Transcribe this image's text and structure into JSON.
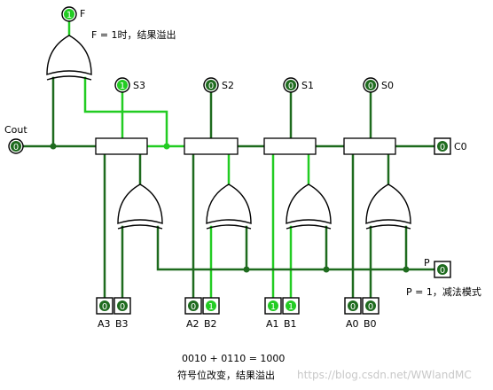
{
  "colors": {
    "active_wire": "#22cc22",
    "wire": "#1e6b1e",
    "pin_on": "#22cc22",
    "pin_off": "#1e6b1e",
    "gate_stroke": "#000000"
  },
  "outputs": {
    "F": "F",
    "S3": "S3",
    "S2": "S2",
    "S1": "S1",
    "S0": "S0",
    "Cout": "Cout",
    "C0": "C0",
    "P": "P"
  },
  "pin_values": {
    "F": "1",
    "S3": "1",
    "S2": "0",
    "S1": "0",
    "S0": "0",
    "Cout": "0",
    "C0": "0",
    "P": "0",
    "A3": "0",
    "B3": "0",
    "A2": "0",
    "B2": "1",
    "A1": "1",
    "B1": "1",
    "A0": "0",
    "B0": "0"
  },
  "inputs": {
    "A3": "A3",
    "B3": "B3",
    "A2": "A2",
    "B2": "B2",
    "A1": "A1",
    "B1": "B1",
    "A0": "A0",
    "B0": "B0"
  },
  "notes": {
    "overflow_note": "F = 1时，结果溢出",
    "mode_note": "P = 1，减法模式",
    "equation": "0010 + 0110 = 1000",
    "sign_note": "符号位改变，结果溢出"
  },
  "watermark": "https://blog.csdn.net/WWlandMC"
}
